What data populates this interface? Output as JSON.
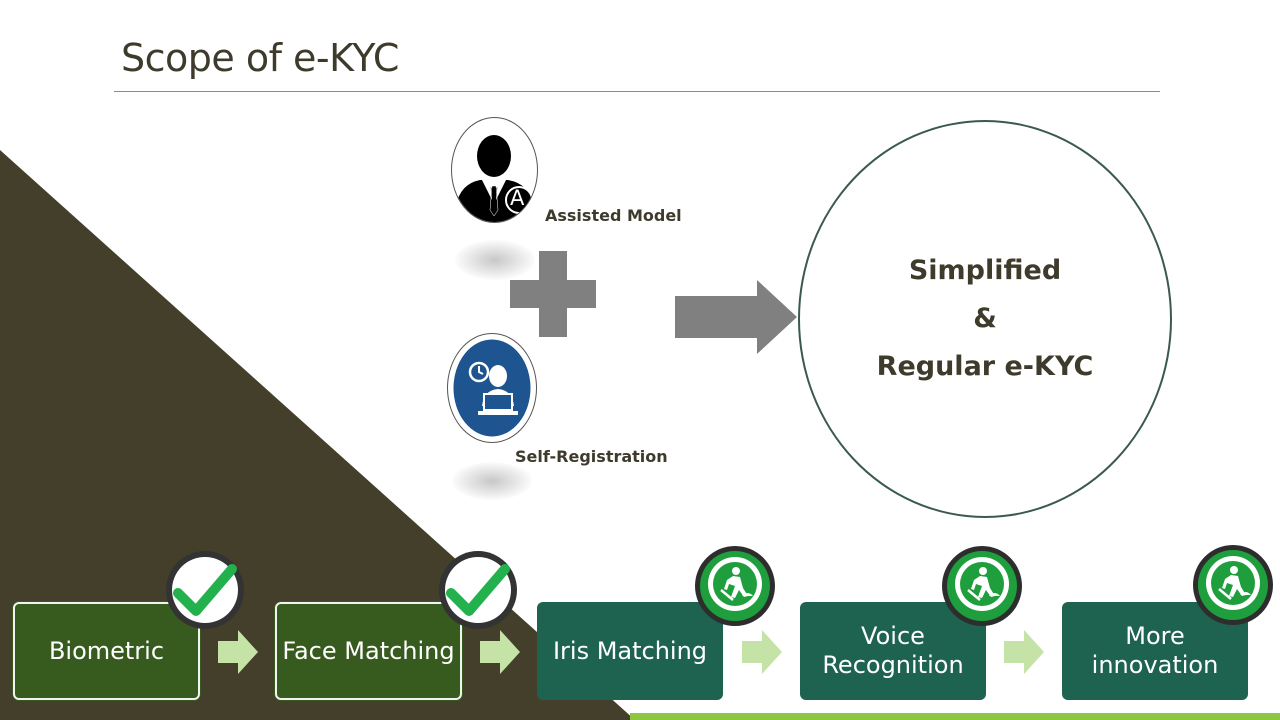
{
  "slide": {
    "title": "Scope of e-KYC"
  },
  "models": {
    "assisted_label": "Assisted Model",
    "assisted_badge_letter": "A",
    "self_label": "Self-Registration"
  },
  "result": {
    "line1": "Simplified",
    "line2": "&",
    "line3": "Regular e-KYC"
  },
  "steps": [
    {
      "label": "Biometric",
      "status": "done"
    },
    {
      "label": "Face Matching",
      "status": "done"
    },
    {
      "label": "Iris Matching",
      "status": "in-progress"
    },
    {
      "label": "Voice\nRecognition",
      "status": "in-progress"
    },
    {
      "label": "More\ninnovation",
      "status": "in-progress"
    }
  ],
  "colors": {
    "dark_background": "#433f2b",
    "done_step": "#375a1e",
    "todo_step": "#1d6350",
    "check_green": "#22b14c",
    "badge_green": "#1e9e3c",
    "arrow_light_green": "#c5e3a7",
    "plus_and_arrow_gray": "#808080",
    "accent_bar": "#8dc63f",
    "self_icon_blue": "#1e5591"
  },
  "icons": {
    "assisted": "businessman-icon",
    "self": "person-at-computer-clock-icon",
    "done_badge": "checkmark-icon",
    "progress_badge": "under-construction-worker-icon"
  }
}
